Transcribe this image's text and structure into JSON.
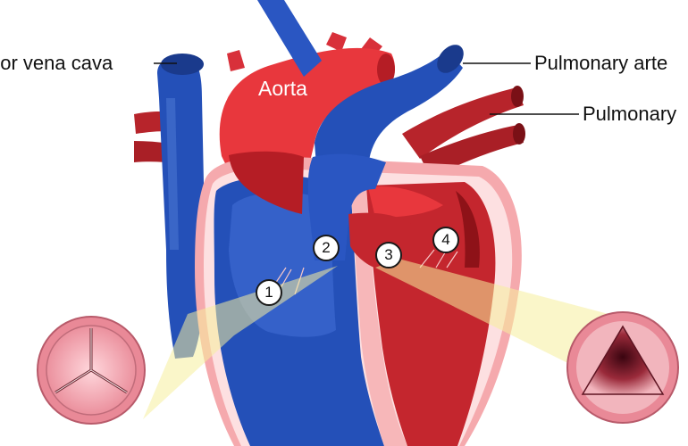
{
  "labels": {
    "superior_vena_cava": "rior vena cava",
    "pulmonary_artery": "Pulmonary arte",
    "pulmonary_vein": "Pulmonary",
    "aorta": "Aorta"
  },
  "valve_markers": [
    "1",
    "2",
    "3",
    "4"
  ],
  "colors": {
    "artery_red": "#e8373d",
    "dark_red": "#9e1c22",
    "vein_blue": "#2450b8",
    "dark_blue": "#1a3a8c",
    "pink_wall": "#f7b7b9",
    "highlight_yellow": "#f6ef9c"
  }
}
